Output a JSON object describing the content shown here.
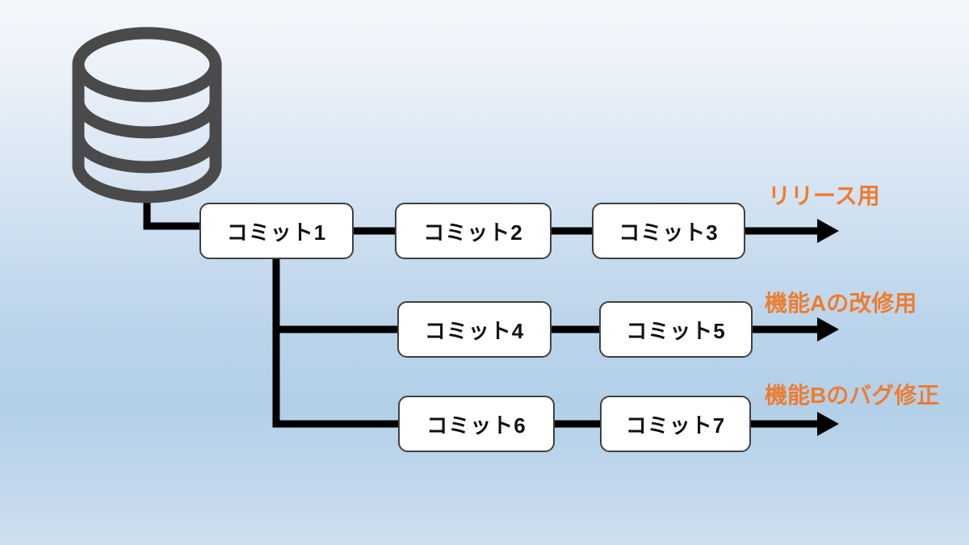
{
  "title": "Git branch diagram",
  "colors": {
    "background_top": "#f4f7fb",
    "background_bottom": "#cfdfef",
    "line": "#000000",
    "box_fill": "#ffffff",
    "box_border": "#404040",
    "box_text": "#111111",
    "branch_label": "#ED7D31",
    "database_icon": "#4a4a4a"
  },
  "icons": {
    "repository": "database-icon"
  },
  "diagram": {
    "branches": [
      {
        "label": "リリース用",
        "commits": [
          "コミット1",
          "コミット2",
          "コミット3"
        ]
      },
      {
        "label": "機能Aの改修用",
        "commits": [
          "コミット4",
          "コミット5"
        ]
      },
      {
        "label": "機能Bのバグ修正",
        "commits": [
          "コミット6",
          "コミット7"
        ]
      }
    ]
  }
}
